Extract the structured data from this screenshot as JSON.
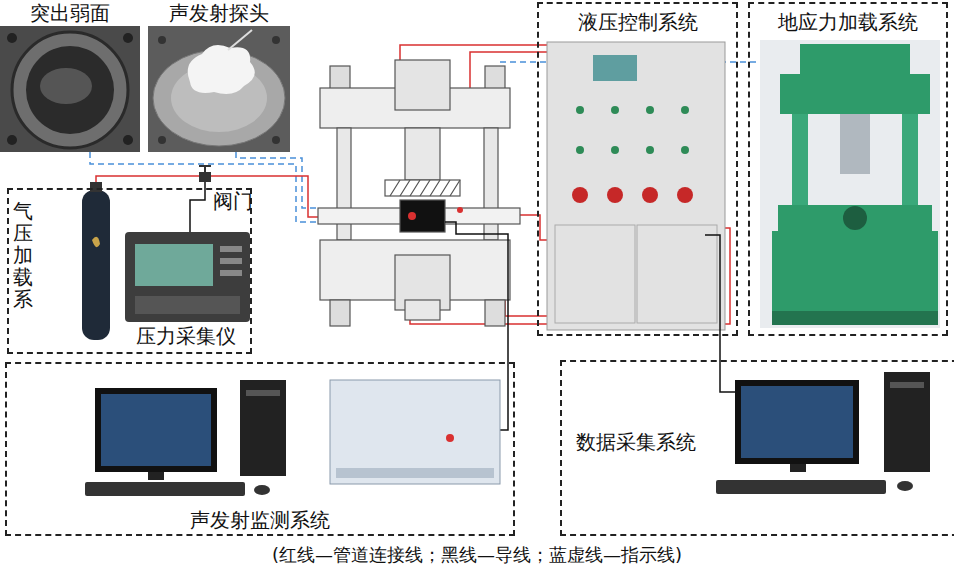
{
  "diagram": {
    "caption": "(红线—管道连接线；黑线—导线；蓝虚线—指示线)",
    "nodes": [
      {
        "text": [
          "突出弱面"
        ]
      },
      {
        "text": [
          "声发射探头"
        ]
      },
      {
        "text": [
          "气压加载系"
        ]
      },
      {
        "text": [
          "压力采集仪"
        ],
        "in": 2
      },
      {
        "text": [
          "液压控制系统"
        ]
      },
      {
        "text": [
          "地应力加载系统"
        ]
      },
      {
        "text": [
          "声发射监测系统"
        ]
      },
      {
        "text": [
          "数据采集系统"
        ]
      }
    ],
    "edges": [
      {
        "from": 4,
        "to": 7,
        "arrow": "none"
      }
    ],
    "labels": [
      "阀门"
    ]
  }
}
